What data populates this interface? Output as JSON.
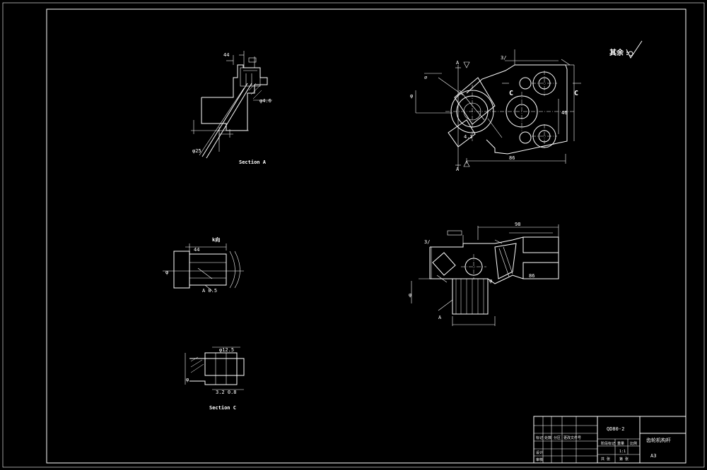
{
  "sheet": {
    "background": "#000000",
    "line_color": "#ffffff"
  },
  "views": {
    "section_a_caption": "Section A",
    "view_k_caption": "k向",
    "section_c_caption": "Section C",
    "section_marks": [
      "A",
      "A",
      "C",
      "C"
    ],
    "roughness_note": "其余"
  },
  "title_block": {
    "drawing_number": "QD80-2",
    "part_name": "齿轮机构杆",
    "cell_scale": "1:1",
    "cell_sheet": "A3"
  }
}
